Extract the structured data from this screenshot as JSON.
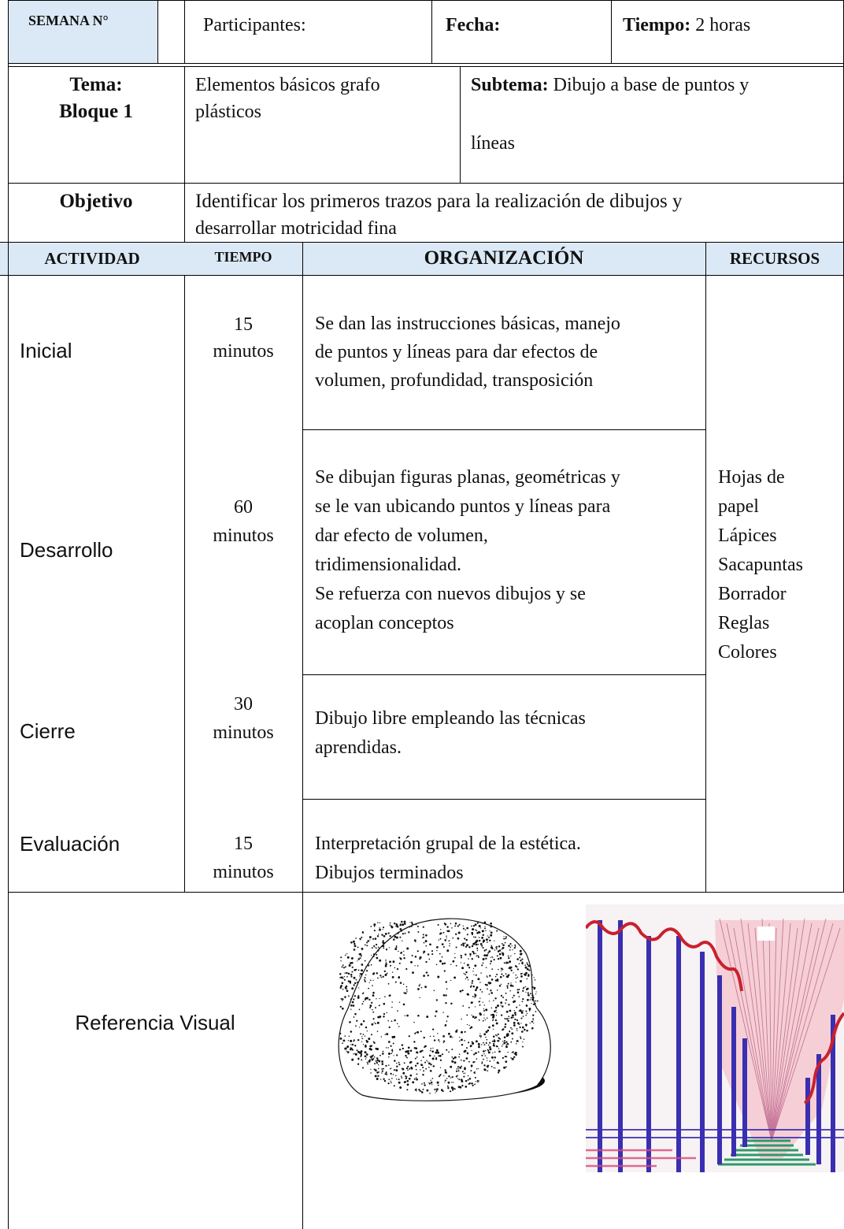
{
  "header": {
    "semana_label": "SEMANA N°",
    "participantes_label": "Participantes:",
    "fecha_label": "Fecha:",
    "tiempo_label": "Tiempo:",
    "tiempo_value": "2 horas"
  },
  "tema": {
    "tema_label": "Tema:",
    "bloque_label": "Bloque 1",
    "tema_line1": "Elementos básicos grafo",
    "tema_line2": "plásticos",
    "subtema_label": "Subtema:",
    "subtema_line1": "Dibujo a base de puntos y",
    "subtema_line2": "líneas"
  },
  "objetivo": {
    "label": "Objetivo",
    "line1": "Identificar los primeros trazos para la realización de dibujos y",
    "line2": "desarrollar motricidad fina"
  },
  "columns": {
    "actividad": "ACTIVIDAD",
    "tiempo": "TIEMPO",
    "organizacion": "ORGANIZACIÓN",
    "recursos": "RECURSOS"
  },
  "rows": [
    {
      "actividad": "Inicial",
      "tiempo_num": "15",
      "tiempo_unit": "minutos",
      "organizacion": [
        "Se dan las instrucciones básicas, manejo",
        "de puntos y líneas para dar efectos de",
        "volumen, profundidad, transposición"
      ]
    },
    {
      "actividad": "Desarrollo",
      "tiempo_num": "60",
      "tiempo_unit": "minutos",
      "organizacion": [
        "Se dibujan figuras planas, geométricas y",
        "se le van ubicando puntos y líneas para",
        "dar efecto de volumen,",
        "tridimensionalidad.",
        "Se refuerza con nuevos dibujos y se",
        "acoplan conceptos"
      ]
    },
    {
      "actividad": "Cierre",
      "tiempo_num": "30",
      "tiempo_unit": "minutos",
      "organizacion": [
        "Dibujo libre empleando las técnicas",
        "aprendidas."
      ]
    },
    {
      "actividad": "Evaluación",
      "tiempo_num": "15",
      "tiempo_unit": "minutos",
      "organizacion": [
        "Interpretación grupal de la estética.",
        "Dibujos terminados"
      ]
    }
  ],
  "recursos": [
    "Hojas de",
    "papel",
    "Lápices",
    "Sacapuntas",
    "Borrador",
    "Reglas",
    "Colores"
  ],
  "referencia": {
    "label": "Referencia Visual",
    "images": [
      "stippled-stone-drawing",
      "perspective-lines-drawing"
    ]
  },
  "colors": {
    "header_fill": "#dbe9f6",
    "border": "#000000",
    "drawing_blue": "#3a2fb0",
    "drawing_red": "#c9202e",
    "drawing_green": "#2f9a6a"
  }
}
